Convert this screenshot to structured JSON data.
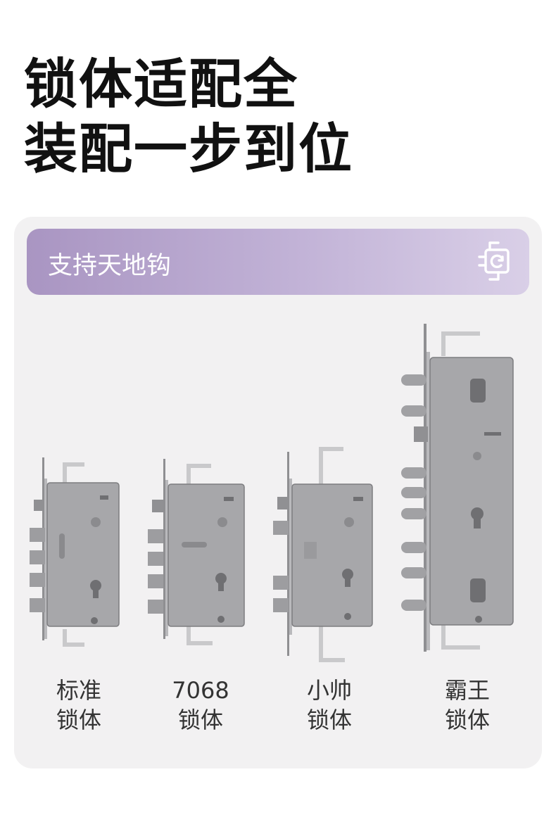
{
  "title": {
    "line1": "锁体适配全",
    "line2": "装配一步到位"
  },
  "banner": {
    "label": "支持天地钩",
    "icon": "hook-lock-icon"
  },
  "locks": [
    {
      "label_line1": "标准",
      "label_line2": "锁体"
    },
    {
      "label_line1": "7068",
      "label_line2": "锁体"
    },
    {
      "label_line1": "小帅",
      "label_line2": "锁体"
    },
    {
      "label_line1": "霸王",
      "label_line2": "锁体"
    }
  ],
  "colors": {
    "banner_start": "#a995c2",
    "banner_end": "#d9cfe7",
    "metal": "#a3a3a6"
  }
}
